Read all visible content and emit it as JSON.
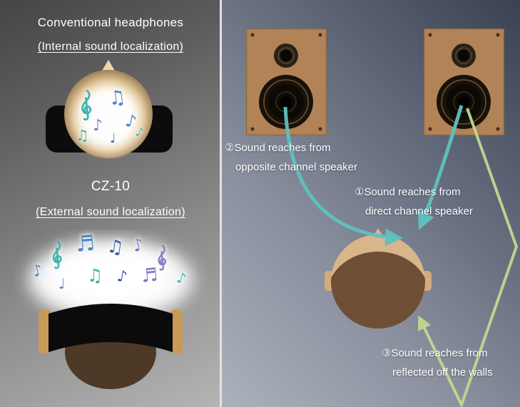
{
  "left": {
    "conventional_title": "Conventional headphones",
    "conventional_subtitle": "(Internal sound localization)",
    "cz10_title": "CZ-10",
    "cz10_subtitle": "(External sound localization)"
  },
  "right": {
    "label_opposite_1": "②Sound reaches from",
    "label_opposite_2": "opposite channel speaker",
    "label_direct_1": "①Sound reaches from",
    "label_direct_2": "direct channel speaker",
    "label_reflected_1": "③Sound reaches from",
    "label_reflected_2": "reflected off the walls"
  },
  "notes": {
    "internal": [
      "♫",
      "♪",
      "♪",
      "♫",
      "♩",
      "♪"
    ],
    "external": [
      "♬",
      "♫",
      "♪",
      "♪",
      "♫",
      "♪",
      "♬",
      "♪",
      "♩"
    ]
  },
  "colors": {
    "arrow_teal": "#5fc1c1",
    "arrow_green": "#c2d88d",
    "speaker_body": "#b28357",
    "hair_brown": "#6f4e36",
    "skin_tan": "#d9b68a",
    "note_teal": "#3fb3ae",
    "note_blue": "#4f86c9",
    "note_purple": "#8a79c5"
  }
}
